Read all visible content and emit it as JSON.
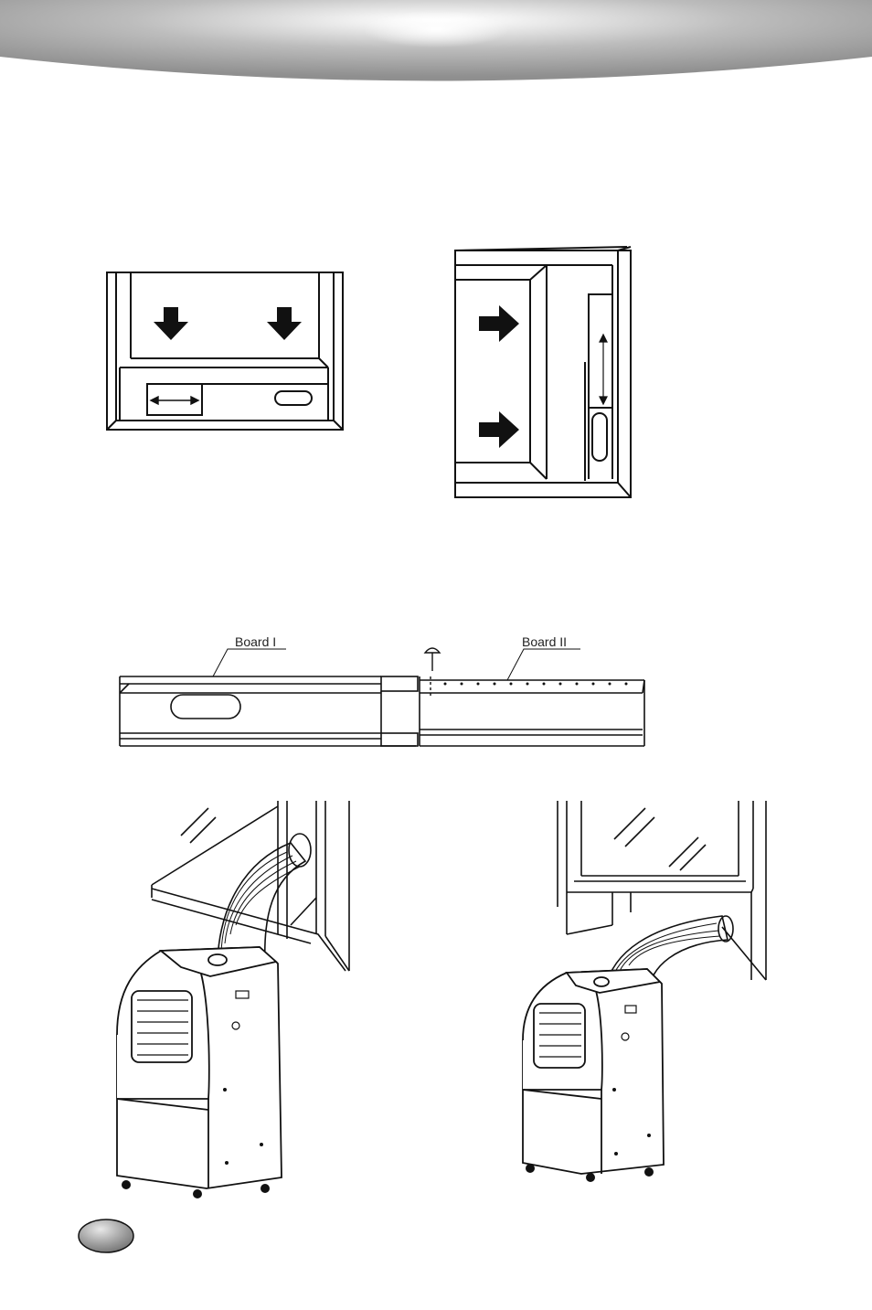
{
  "diagram": {
    "board_1_label": "Board I",
    "board_2_label": "Board II"
  },
  "icons": {
    "header": "curved-banner",
    "page_badge": "gray-oval-badge",
    "arrows": "solid-block-arrow",
    "screw": "screw-icon"
  },
  "colors": {
    "line": "#111111",
    "badge": "#8a8a8a"
  }
}
